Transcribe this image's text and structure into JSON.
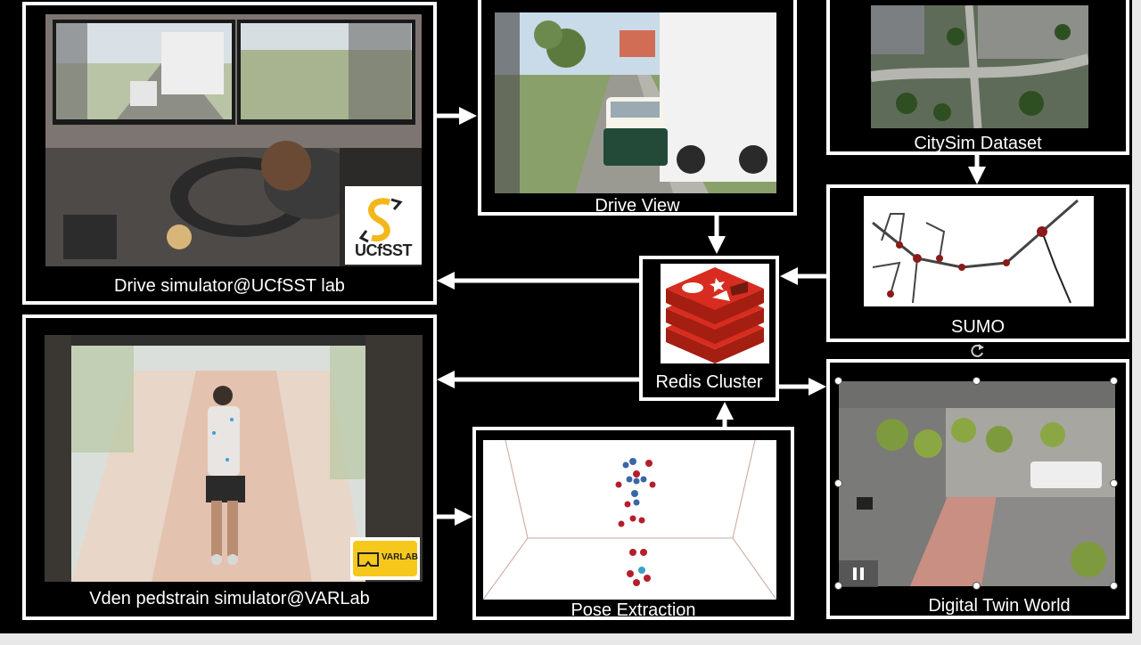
{
  "nodes": {
    "drive_sim": {
      "label": "Drive simulator@UCfSST lab",
      "logo_text": "UCfSST"
    },
    "drive_view": {
      "label": "Drive View"
    },
    "citysim": {
      "label": "CitySim Dataset"
    },
    "sumo": {
      "label": "SUMO"
    },
    "redis": {
      "label": "Redis Cluster"
    },
    "ped_sim": {
      "label": "Vden pedstrain simulator@VARLab",
      "logo_text": "VARLAB"
    },
    "pose": {
      "label": "Pose Extraction"
    },
    "digital_twin": {
      "label": "Digital Twin World"
    }
  },
  "colors": {
    "background": "#000000",
    "border": "#ffffff",
    "redis_red": "#d82c20",
    "ucfsst_yellow": "#f3b71b",
    "varlab_yellow": "#f6c81c",
    "pose_red": "#b41f2c",
    "pose_blue": "#3a67a8"
  }
}
